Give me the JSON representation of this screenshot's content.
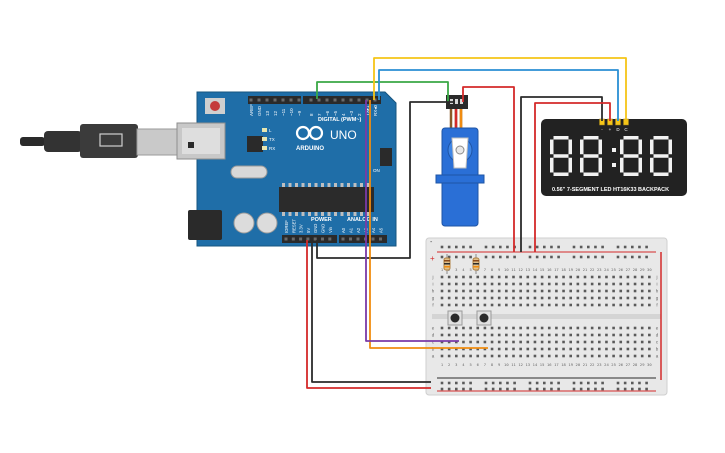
{
  "arduino": {
    "brand": "ARDUINO",
    "model": "UNO",
    "header_digital": "DIGITAL (PWM~)",
    "header_power": "POWER",
    "header_analog": "ANALOG IN",
    "digital_pins": [
      "AREF",
      "GND",
      "13",
      "12",
      "~11",
      "~10",
      "~9",
      "8",
      "7",
      "~6",
      "~5",
      "4",
      "~3",
      "2",
      "TX▸1",
      "RX◂0"
    ],
    "power_pins": [
      "IOREF",
      "RESET",
      "3.3V",
      "5V",
      "GND",
      "GND",
      "Vin"
    ],
    "analog_pins": [
      "A0",
      "A1",
      "A2",
      "A3",
      "A4",
      "A5"
    ],
    "led_labels": [
      "L",
      "TX",
      "RX"
    ],
    "on_label": "ON"
  },
  "display": {
    "digits": "88:88",
    "caption": "0.56\" 7-SEGMENT LED HT16K33 BACKPACK",
    "pin_labels": [
      "-",
      "+",
      "D",
      "C"
    ]
  },
  "breadboard": {
    "column_numbers": [
      "1",
      "2",
      "3",
      "4",
      "5",
      "6",
      "7",
      "8",
      "9",
      "10",
      "11",
      "12",
      "13",
      "14",
      "15",
      "16",
      "17",
      "18",
      "19",
      "20",
      "21",
      "22",
      "23",
      "24",
      "25",
      "26",
      "27",
      "28",
      "29",
      "30"
    ],
    "row_letters_top": [
      "j",
      "i",
      "h",
      "g",
      "f"
    ],
    "row_letters_bottom": [
      "e",
      "d",
      "c",
      "b",
      "a"
    ],
    "rail_plus": "+",
    "rail_minus": "-"
  },
  "colors": {
    "board": "#1f6ea8",
    "breadboard": "#e8e8e8",
    "wire_red": "#d42a2a",
    "wire_black": "#2b2b2b",
    "wire_yellow": "#f5c518",
    "wire_blue": "#2a8fd4",
    "wire_green": "#3aa845",
    "wire_orange": "#f08c10",
    "wire_purple": "#7a3aa8",
    "servo_blue": "#2a6fd6",
    "display_bg": "#222222",
    "display_segments": "#f2f2f2"
  }
}
